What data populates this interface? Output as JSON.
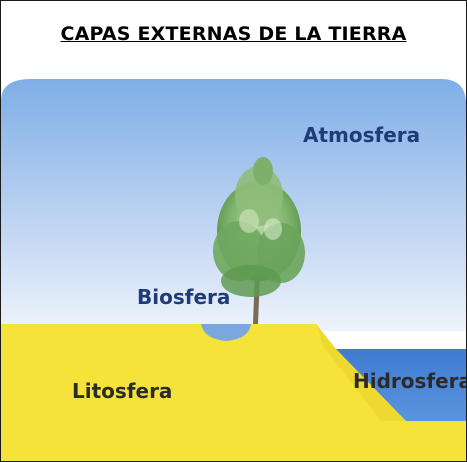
{
  "title": "CAPAS EXTERNAS DE LA TIERRA",
  "labels": {
    "atmosfera": "Atmosfera",
    "biosfera": "Biosfera",
    "litosfera": "Litosfera",
    "hidrosfera": "Hidrosfera"
  },
  "colors": {
    "sky_top": "#7eaee6",
    "sky_bottom": "#e6eefb",
    "land": "#f6e33a",
    "water": "#4d86d6",
    "label_blue": "#1f3c7a",
    "label_dark": "#2b2b2b"
  }
}
